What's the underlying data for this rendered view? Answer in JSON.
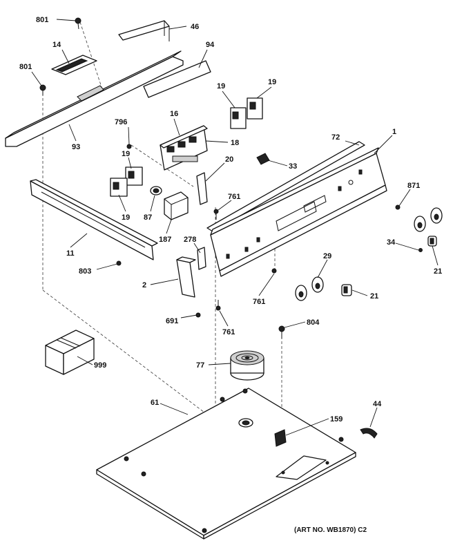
{
  "diagram": {
    "art_number": "(ART NO. WB1870) C2",
    "callouts": {
      "c801_top": "801",
      "c46": "46",
      "c14": "14",
      "c94": "94",
      "c801_left": "801",
      "c93": "93",
      "c16": "16",
      "c796": "796",
      "c18": "18",
      "c19_a": "19",
      "c19_b": "19",
      "c72": "72",
      "c1": "1",
      "c19_c": "19",
      "c19_d": "19",
      "c20": "20",
      "c33": "33",
      "c871": "871",
      "c87": "87",
      "c187": "187",
      "c761_a": "761",
      "c11": "11",
      "c278": "278",
      "c34": "34",
      "c21_a": "21",
      "c803": "803",
      "c29": "29",
      "c2": "2",
      "c761_b": "761",
      "c21_b": "21",
      "c691": "691",
      "c761_c": "761",
      "c804": "804",
      "c999": "999",
      "c77": "77",
      "c61": "61",
      "c44": "44",
      "c159": "159"
    }
  }
}
